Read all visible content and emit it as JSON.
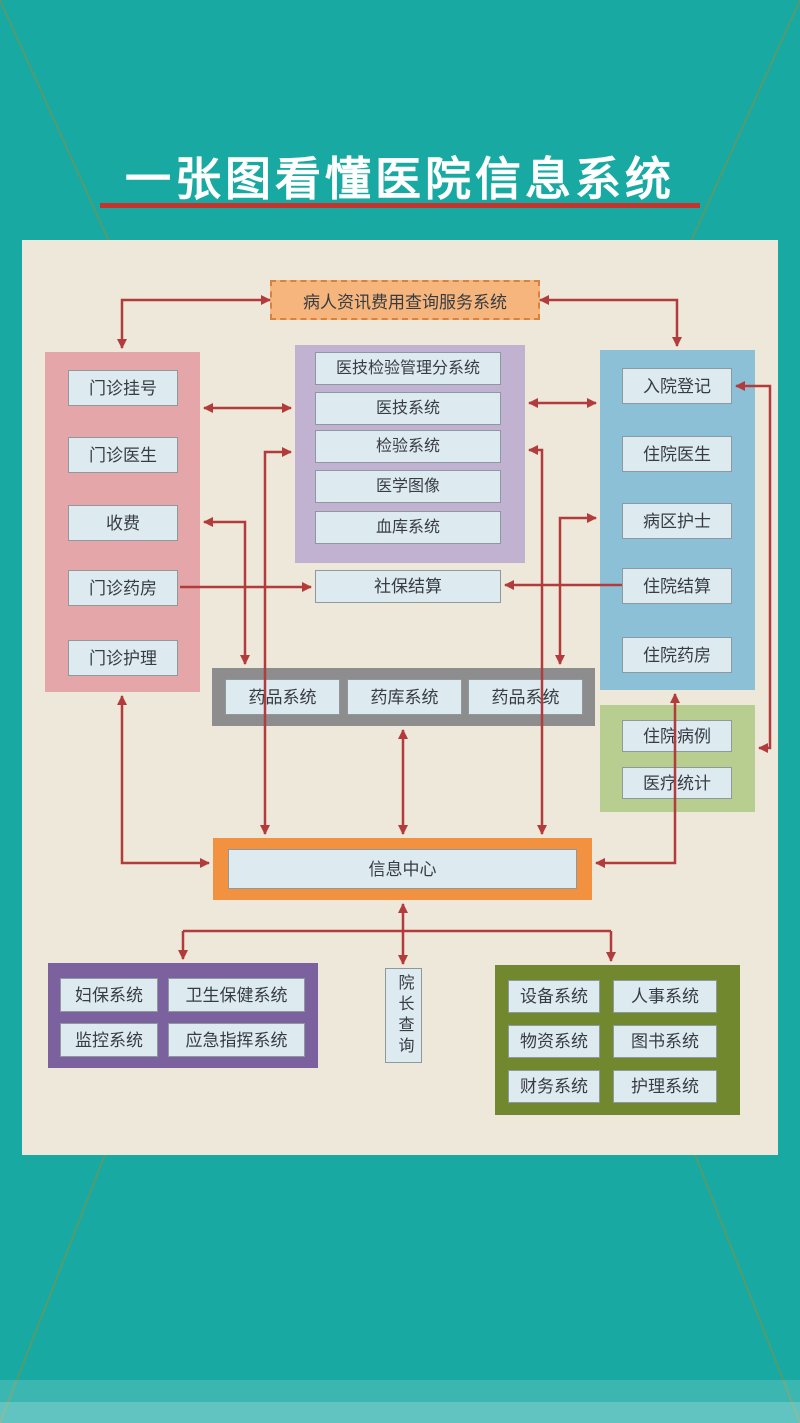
{
  "title": "一张图看懂医院信息系统",
  "colors": {
    "background_teal": "#17a9a2",
    "panel_cream": "#ede8da",
    "arrow_red": "#b23b3b",
    "title_underline_red": "#c4332c",
    "outpatient_pink": "#e5a6aa",
    "medtech_purple": "#c2b2d2",
    "inpatient_blue": "#8cc0d6",
    "records_green": "#b8cd90",
    "pharmacy_gray": "#8d8d8d",
    "info_center_orange": "#f29140",
    "public_health_purple": "#7b619e",
    "admin_olive": "#71882f",
    "patient_query_orange": "#f5b57c",
    "node_fill_blue": "#ddeaf0"
  },
  "nodes": {
    "patient_query": "病人资讯费用查询服务系统",
    "outpatient": [
      "门诊挂号",
      "门诊医生",
      "收费",
      "门诊药房",
      "门诊护理"
    ],
    "medtech": [
      "医技检验管理分系统",
      "医技系统",
      "检验系统",
      "医学图像",
      "血库系统"
    ],
    "inpatient": [
      "入院登记",
      "住院医生",
      "病区护士",
      "住院结算",
      "住院药房"
    ],
    "social_insurance": "社保结算",
    "pharmacy": [
      "药品系统",
      "药库系统",
      "药品系统"
    ],
    "records": [
      "住院病例",
      "医疗统计"
    ],
    "info_center": "信息中心",
    "public_health": [
      "妇保系统",
      "卫生保健系统",
      "监控系统",
      "应急指挥系统"
    ],
    "director_query": "院长查询",
    "admin": [
      "设备系统",
      "人事系统",
      "物资系统",
      "图书系统",
      "财务系统",
      "护理系统"
    ]
  }
}
